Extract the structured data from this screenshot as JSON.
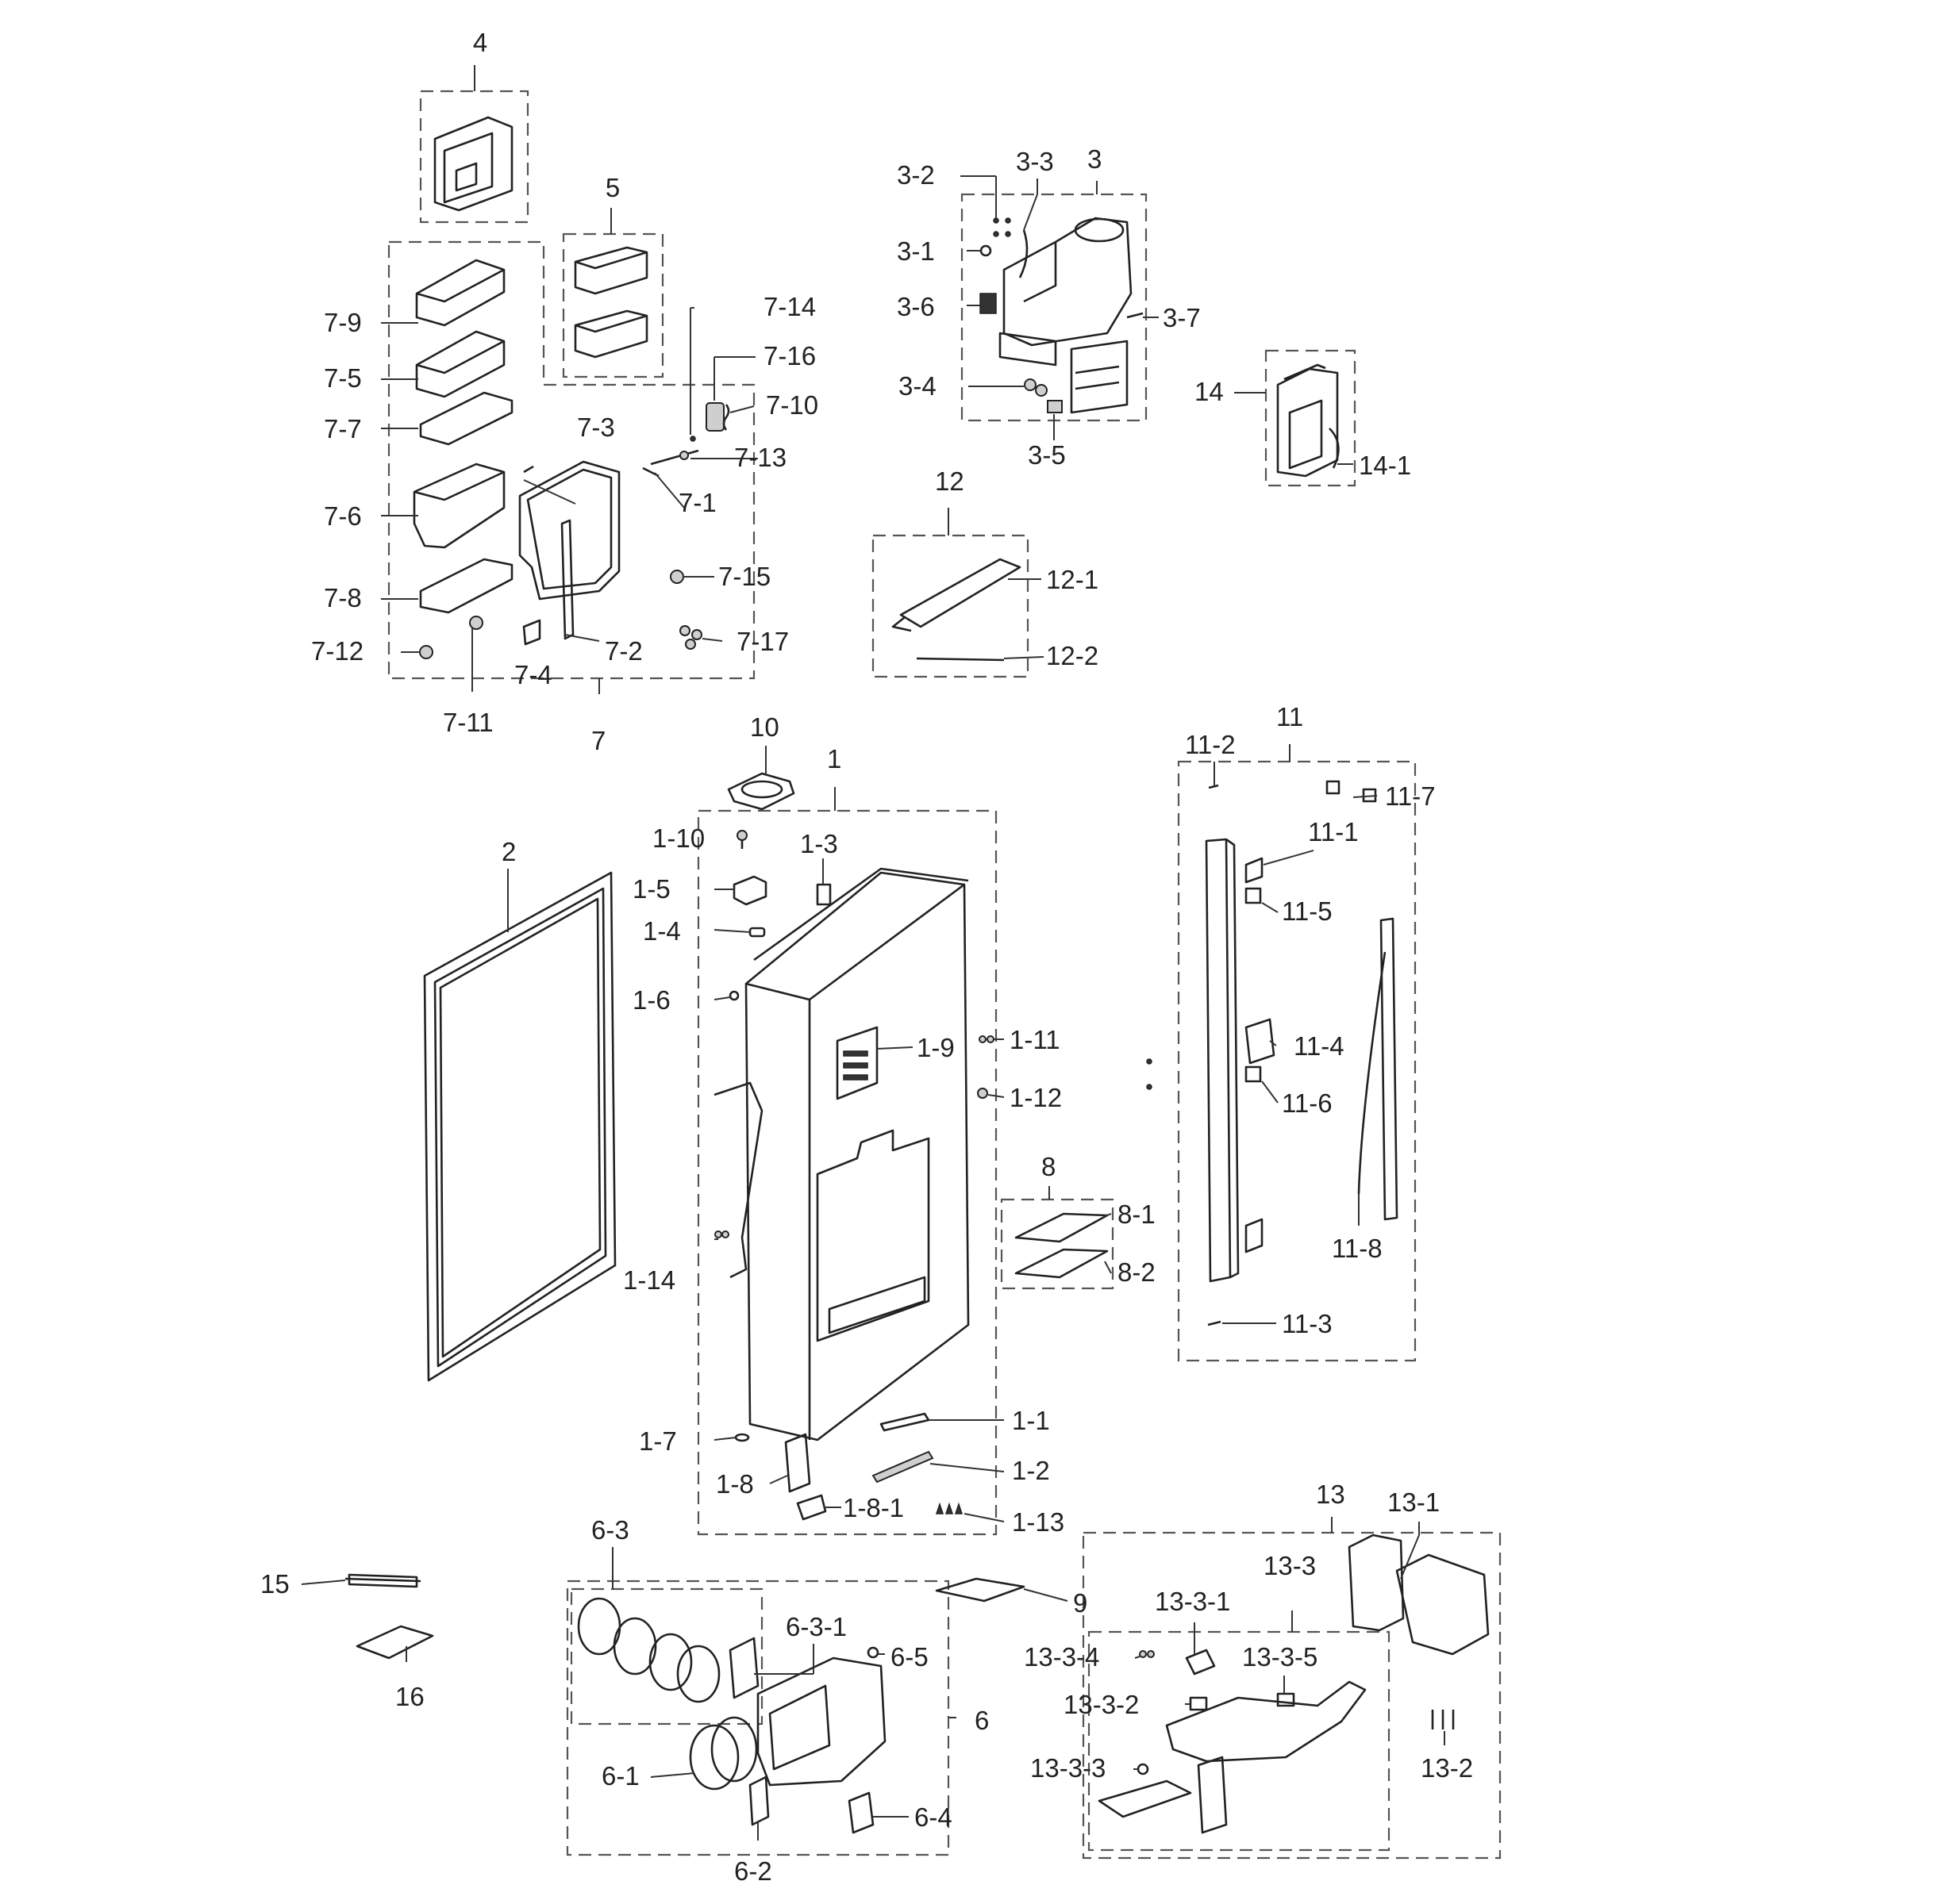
{
  "labels": {
    "l1": "1",
    "l1_1": "1-1",
    "l1_2": "1-2",
    "l1_3": "1-3",
    "l1_4": "1-4",
    "l1_5": "1-5",
    "l1_6": "1-6",
    "l1_7": "1-7",
    "l1_8": "1-8",
    "l1_8_1": "1-8-1",
    "l1_9": "1-9",
    "l1_10": "1-10",
    "l1_11": "1-11",
    "l1_12": "1-12",
    "l1_13": "1-13",
    "l1_14": "1-14",
    "l2": "2",
    "l3": "3",
    "l3_1": "3-1",
    "l3_2": "3-2",
    "l3_3": "3-3",
    "l3_4": "3-4",
    "l3_5": "3-5",
    "l3_6": "3-6",
    "l3_7": "3-7",
    "l4": "4",
    "l5": "5",
    "l6": "6",
    "l6_1": "6-1",
    "l6_2": "6-2",
    "l6_3": "6-3",
    "l6_3_1": "6-3-1",
    "l6_4": "6-4",
    "l6_5": "6-5",
    "l7": "7",
    "l7_1": "7-1",
    "l7_2": "7-2",
    "l7_3": "7-3",
    "l7_4": "7-4",
    "l7_5": "7-5",
    "l7_6": "7-6",
    "l7_7": "7-7",
    "l7_8": "7-8",
    "l7_9": "7-9",
    "l7_10": "7-10",
    "l7_11": "7-11",
    "l7_12": "7-12",
    "l7_13": "7-13",
    "l7_14": "7-14",
    "l7_15": "7-15",
    "l7_16": "7-16",
    "l7_17": "7-17",
    "l8": "8",
    "l8_1": "8-1",
    "l8_2": "8-2",
    "l9": "9",
    "l10": "10",
    "l11": "11",
    "l11_1": "11-1",
    "l11_2": "11-2",
    "l11_3": "11-3",
    "l11_4": "11-4",
    "l11_5": "11-5",
    "l11_6": "11-6",
    "l11_7": "11-7",
    "l11_8": "11-8",
    "l12": "12",
    "l12_1": "12-1",
    "l12_2": "12-2",
    "l13": "13",
    "l13_1": "13-1",
    "l13_2": "13-2",
    "l13_3": "13-3",
    "l13_3_1": "13-3-1",
    "l13_3_2": "13-3-2",
    "l13_3_3": "13-3-3",
    "l13_3_4": "13-3-4",
    "l13_3_5": "13-3-5",
    "l14": "14",
    "l14_1": "14-1",
    "l15": "15",
    "l16": "16"
  }
}
